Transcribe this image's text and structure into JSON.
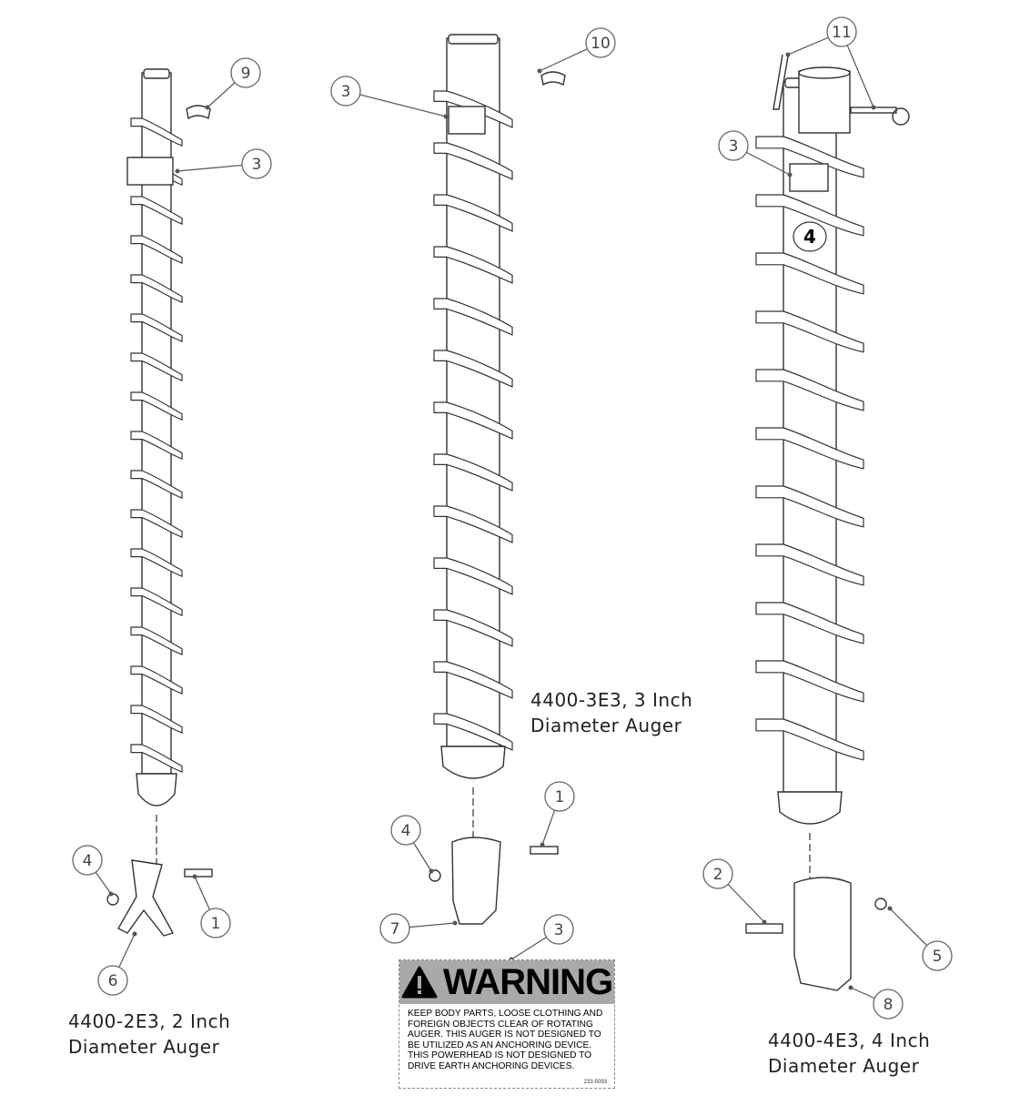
{
  "augers": [
    {
      "model_line1": "4400-2E3, 2 Inch",
      "model_line2": "Diameter Auger"
    },
    {
      "model_line1": "4400-3E3, 3 Inch",
      "model_line2": "Diameter Auger"
    },
    {
      "model_line1": "4400-4E3, 4 Inch",
      "model_line2": "Diameter Auger"
    }
  ],
  "callouts": [
    "9",
    "3",
    "4",
    "1",
    "6",
    "3",
    "10",
    "4",
    "1",
    "7",
    "3",
    "11",
    "3",
    "2",
    "5",
    "8"
  ],
  "auger_size_mark": "4",
  "warning": {
    "title": "WARNING",
    "lines": [
      "KEEP BODY PARTS, LOOSE CLOTHING AND",
      "FOREIGN OBJECTS CLEAR OF ROTATING",
      "AUGER. THIS AUGER IS NOT DESIGNED TO",
      "BE UTILIZED AS AN ANCHORING DEVICE.",
      "THIS POWERHEAD IS NOT DESIGNED TO",
      "DRIVE EARTH ANCHORING DEVICES."
    ],
    "part_number": "233-5093"
  }
}
